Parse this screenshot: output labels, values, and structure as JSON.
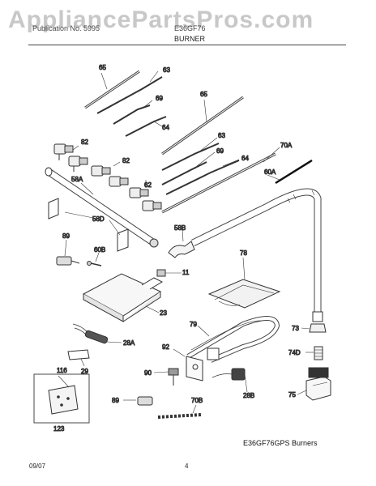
{
  "header": {
    "watermark": "AppliancePartsPros.com",
    "publication": "Publication No. 5995",
    "model": "E36GF76",
    "section": "BURNER"
  },
  "parts": {
    "p65a": "65",
    "p63a": "63",
    "p69a": "69",
    "p64a": "64",
    "p65b": "65",
    "p63b": "63",
    "p69b": "69",
    "p64b": "64",
    "p82a": "82",
    "p82b": "82",
    "p62": "62",
    "p58a": "58A",
    "p58d": "58D",
    "p58b": "58B",
    "p70a": "70A",
    "p60a": "60A",
    "p60b": "60B",
    "p89a": "89",
    "p11": "11",
    "p78": "78",
    "p23": "23",
    "p28a": "28A",
    "p29": "29",
    "p79": "79",
    "p73": "73",
    "p74d": "74D",
    "p92": "92",
    "p90": "90",
    "p116": "116",
    "p123": "123",
    "p89b": "89",
    "p70b": "70B",
    "p28b": "28B",
    "p75": "75"
  },
  "caption": "E36GF76GPS Burners",
  "footer": {
    "date": "09/07",
    "page": "4"
  }
}
